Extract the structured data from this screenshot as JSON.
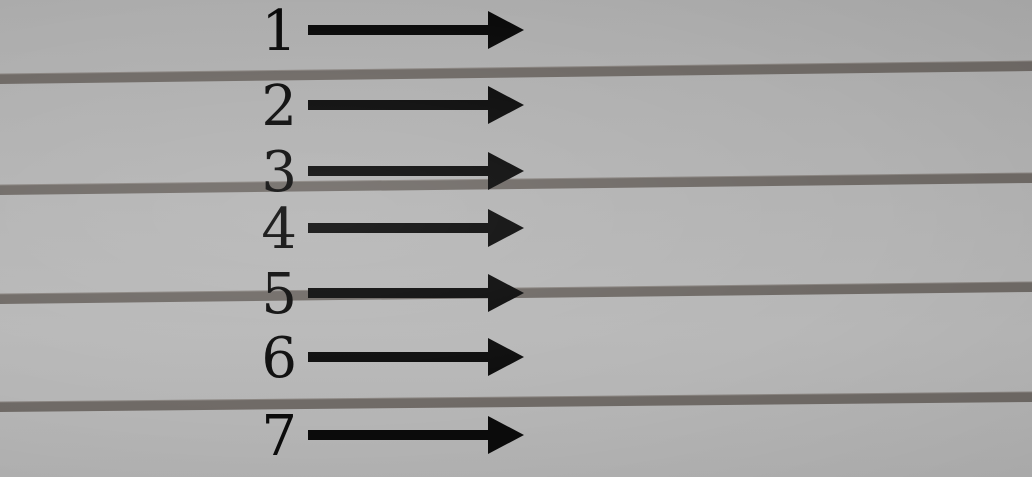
{
  "colors": {
    "ink": "#0b0b0b",
    "stripe": "#6f6a66",
    "stripe_edge": "#8a8581"
  },
  "markers": [
    {
      "label": "1"
    },
    {
      "label": "2"
    },
    {
      "label": "3"
    },
    {
      "label": "4"
    },
    {
      "label": "5"
    },
    {
      "label": "6"
    },
    {
      "label": "7"
    }
  ]
}
